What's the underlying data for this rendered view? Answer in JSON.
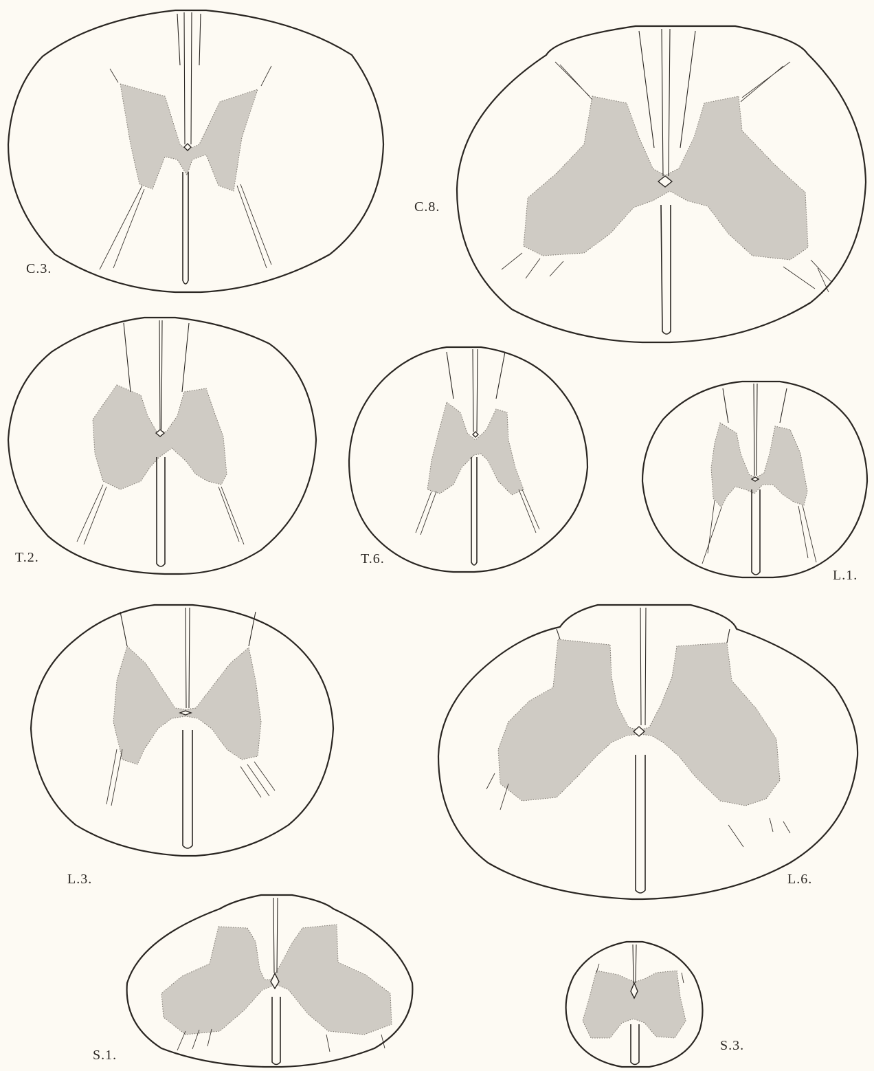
{
  "figure": {
    "sections": [
      {
        "id": "c3",
        "label": "C.3."
      },
      {
        "id": "c8",
        "label": "C.8."
      },
      {
        "id": "t2",
        "label": "T.2."
      },
      {
        "id": "t6",
        "label": "T.6."
      },
      {
        "id": "l1",
        "label": "L.1."
      },
      {
        "id": "l3",
        "label": "L.3."
      },
      {
        "id": "l6",
        "label": "L.6."
      },
      {
        "id": "s1",
        "label": "S.1."
      },
      {
        "id": "s3",
        "label": "S.3."
      }
    ]
  }
}
